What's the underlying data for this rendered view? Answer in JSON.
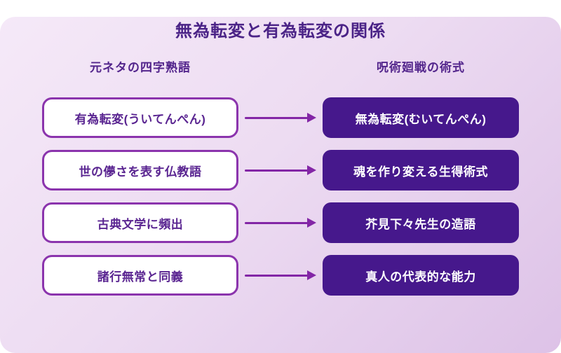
{
  "title": "無為転変と有為転変の関係",
  "columns": {
    "source_header": "元ネタの四字熟語",
    "target_header": "呪術廻戦の術式"
  },
  "rows": [
    {
      "source": "有為転変(ういてんぺん)",
      "target": "無為転変(むいてんぺん)"
    },
    {
      "source": "世の儚さを表す仏教語",
      "target": "魂を作り変える生得術式"
    },
    {
      "source": "古典文学に頻出",
      "target": "芥見下々先生の造語"
    },
    {
      "source": "諸行無常と同義",
      "target": "真人の代表的な能力"
    }
  ],
  "colors": {
    "card_gradient_start": "#f5e9f8",
    "card_gradient_end": "#ddc2e7",
    "title_text": "#4b2387",
    "header_text": "#53258c",
    "source_box_bg": "#ffffff",
    "source_box_border": "#8b34ad",
    "source_box_text": "#5a2591",
    "target_box_bg": "#46188c",
    "target_box_text": "#ffffff",
    "arrow": "#8326a6",
    "page_bg": "#ffffff"
  }
}
